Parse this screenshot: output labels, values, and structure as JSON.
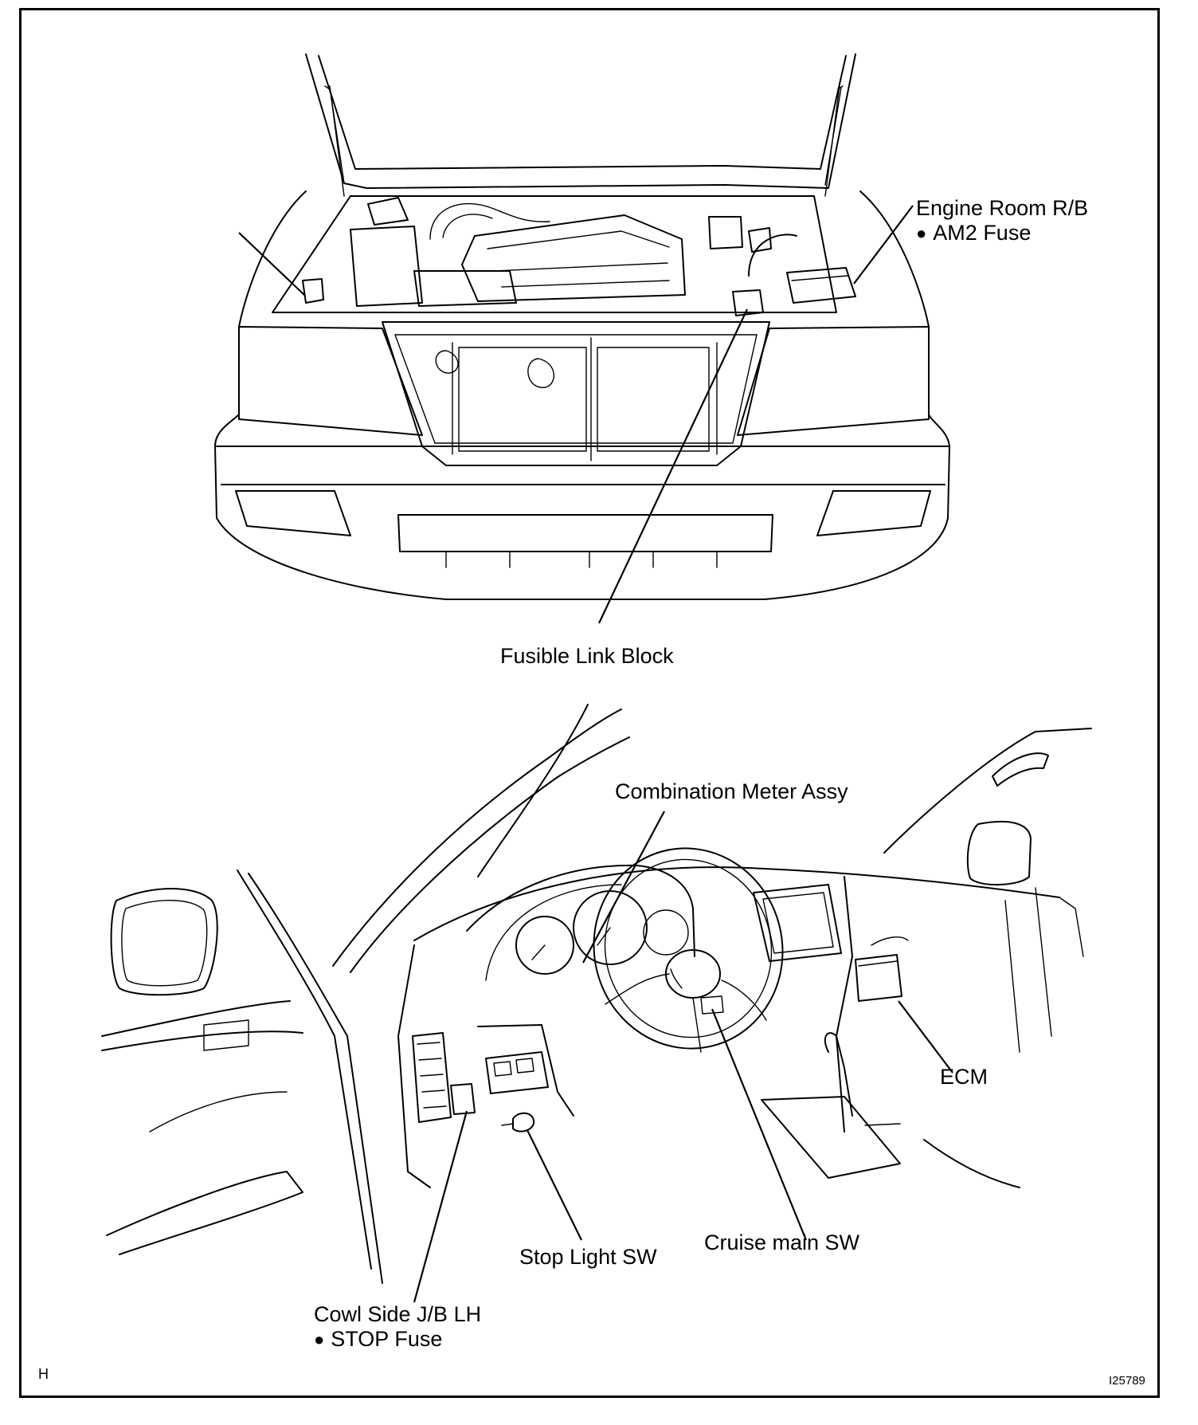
{
  "labels": {
    "engine_room_rb": "Engine Room R/B",
    "am2_fuse": "AM2 Fuse",
    "fusible_link_block": "Fusible Link Block",
    "combination_meter": "Combination Meter Assy",
    "ecm": "ECM",
    "cruise_main_sw": "Cruise main SW",
    "stop_light_sw": "Stop Light SW",
    "cowl_side_jb": "Cowl Side J/B LH",
    "stop_fuse": "STOP Fuse"
  },
  "bullet": "●",
  "corner_code": "H",
  "figure_id": "I25789"
}
